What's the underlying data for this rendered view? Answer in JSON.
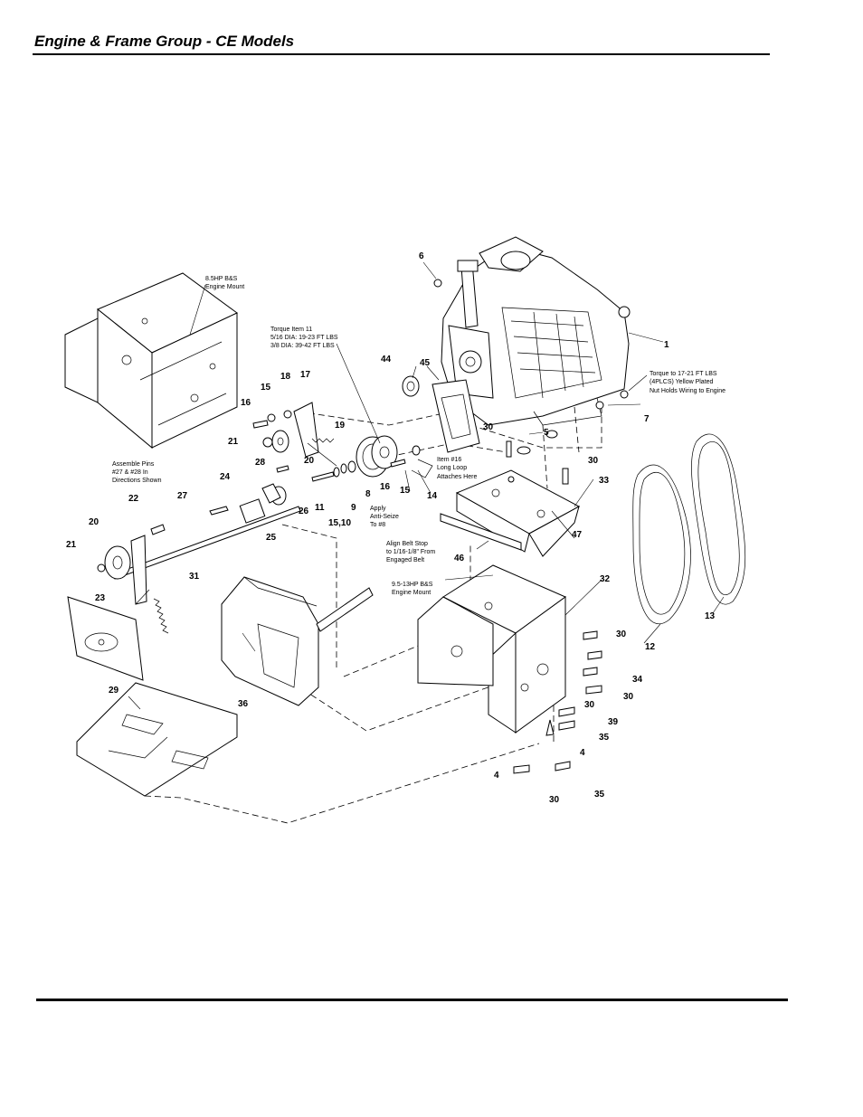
{
  "page": {
    "title": "Engine & Frame Group - CE Models"
  },
  "diagram": {
    "callouts": [
      {
        "id": "c1",
        "text": "1"
      },
      {
        "id": "c4a",
        "text": "4"
      },
      {
        "id": "c4b",
        "text": "4"
      },
      {
        "id": "c5",
        "text": "5"
      },
      {
        "id": "c6",
        "text": "6"
      },
      {
        "id": "c7",
        "text": "7"
      },
      {
        "id": "c8",
        "text": "8"
      },
      {
        "id": "c9",
        "text": "9"
      },
      {
        "id": "c11",
        "text": "11"
      },
      {
        "id": "c12",
        "text": "12"
      },
      {
        "id": "c13",
        "text": "13"
      },
      {
        "id": "c14",
        "text": "14"
      },
      {
        "id": "c15a",
        "text": "15"
      },
      {
        "id": "c15b",
        "text": "15"
      },
      {
        "id": "c1510",
        "text": "15,10"
      },
      {
        "id": "c16a",
        "text": "16"
      },
      {
        "id": "c16b",
        "text": "16"
      },
      {
        "id": "c17",
        "text": "17"
      },
      {
        "id": "c18",
        "text": "18"
      },
      {
        "id": "c19",
        "text": "19"
      },
      {
        "id": "c20a",
        "text": "20"
      },
      {
        "id": "c20b",
        "text": "20"
      },
      {
        "id": "c21a",
        "text": "21"
      },
      {
        "id": "c21b",
        "text": "21"
      },
      {
        "id": "c22",
        "text": "22"
      },
      {
        "id": "c23",
        "text": "23"
      },
      {
        "id": "c24",
        "text": "24"
      },
      {
        "id": "c25",
        "text": "25"
      },
      {
        "id": "c26",
        "text": "26"
      },
      {
        "id": "c27",
        "text": "27"
      },
      {
        "id": "c28",
        "text": "28"
      },
      {
        "id": "c29",
        "text": "29"
      },
      {
        "id": "c30a",
        "text": "30"
      },
      {
        "id": "c30b",
        "text": "30"
      },
      {
        "id": "c30c",
        "text": "30"
      },
      {
        "id": "c30d",
        "text": "30"
      },
      {
        "id": "c30e",
        "text": "30"
      },
      {
        "id": "c30f",
        "text": "30"
      },
      {
        "id": "c31",
        "text": "31"
      },
      {
        "id": "c32",
        "text": "32"
      },
      {
        "id": "c33",
        "text": "33"
      },
      {
        "id": "c34",
        "text": "34"
      },
      {
        "id": "c35a",
        "text": "35"
      },
      {
        "id": "c35b",
        "text": "35"
      },
      {
        "id": "c36",
        "text": "36"
      },
      {
        "id": "c39",
        "text": "39"
      },
      {
        "id": "c44",
        "text": "44"
      },
      {
        "id": "c45",
        "text": "45"
      },
      {
        "id": "c46",
        "text": "46"
      },
      {
        "id": "c47",
        "text": "47"
      }
    ],
    "notes": {
      "engine_mount_85": [
        "8.5HP B&S",
        "Engine Mount"
      ],
      "torque_item11": [
        "Torque Item 11",
        "5/16 DIA: 19-23 FT LBS",
        "3/8 DIA: 39-42 FT LBS"
      ],
      "torque_item7": [
        "Torque to 17-21 FT LBS",
        "(4PLCS) Yellow Plated",
        "Nut Holds Wiring to Engine"
      ],
      "assemble_pins": [
        "Assemble Pins",
        "#27 & #28 In",
        "Directions Shown"
      ],
      "long_loop": [
        "Item #16",
        "Long Loop",
        "Attaches Here"
      ],
      "anti_seize": [
        "Apply",
        "Anti-Seize",
        "To #8"
      ],
      "belt_stop": [
        "Align Belt Stop",
        "to 1/16-1/8\" From",
        "Engaged Belt"
      ],
      "engine_mount_95": [
        "9.5-13HP B&S",
        "Engine Mount"
      ]
    }
  }
}
